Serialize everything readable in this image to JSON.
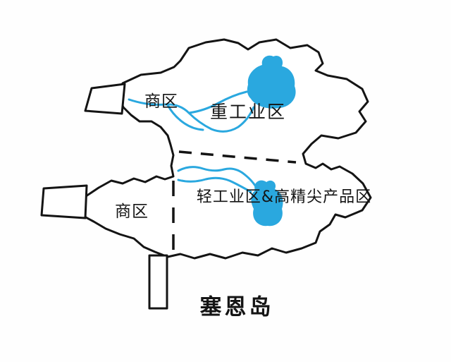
{
  "map": {
    "title": "塞恩岛",
    "labels": [
      {
        "id": "commercial-district-upper",
        "text": "商区"
      },
      {
        "id": "heavy-industry-district",
        "text": "重工业区"
      },
      {
        "id": "light-industry-hightech-district",
        "text": "轻工业区&高精尖产品区"
      },
      {
        "id": "commercial-district-lower",
        "text": "商区"
      }
    ],
    "features": [
      {
        "name": "island-outline",
        "type": "coastline"
      },
      {
        "name": "upper-lake",
        "type": "lake"
      },
      {
        "name": "lower-lake",
        "type": "lake"
      },
      {
        "name": "upper-river-delta",
        "type": "river"
      },
      {
        "name": "lower-river",
        "type": "river"
      },
      {
        "name": "pier-upper-left",
        "type": "dock"
      },
      {
        "name": "pier-lower-left",
        "type": "dock"
      },
      {
        "name": "pier-bottom",
        "type": "dock"
      },
      {
        "name": "district-boundary-horizontal",
        "type": "dashed-boundary"
      },
      {
        "name": "district-boundary-vertical",
        "type": "dashed-boundary"
      }
    ],
    "colors": {
      "outline": "#141414",
      "water": "#2aa8df",
      "background": "#ffffff",
      "label_text": "#141414"
    }
  }
}
